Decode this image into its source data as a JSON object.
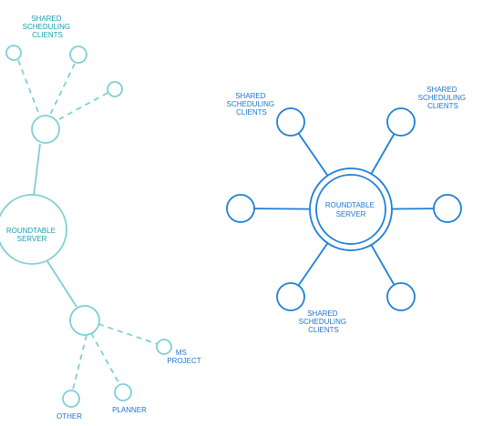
{
  "colors": {
    "teal": "#7ecfd6",
    "teal_text": "#1a9dae",
    "blue": "#1e7fd6",
    "blue_text": "#1976d2"
  },
  "left_diagram": {
    "clients_label": [
      "SHARED",
      "SCHEDULING",
      "CLIENTS"
    ],
    "server_label": [
      "ROUNDTABLE",
      "SERVER"
    ],
    "ms_project_label": [
      "MS",
      "PROJECT"
    ],
    "planner_label": "PLANNER",
    "other_label": "OTHER"
  },
  "right_diagram": {
    "server_label": [
      "ROUNDTABLE",
      "SERVER"
    ],
    "clients_top_left_label": [
      "SHARED",
      "SCHEDULING",
      "CLIENTS"
    ],
    "clients_top_right_label": [
      "SHARED",
      "SCHEDULING",
      "CLIENTS"
    ],
    "clients_bottom_label": [
      "SHARED",
      "SCHEDULING",
      "CLIENTS"
    ]
  }
}
